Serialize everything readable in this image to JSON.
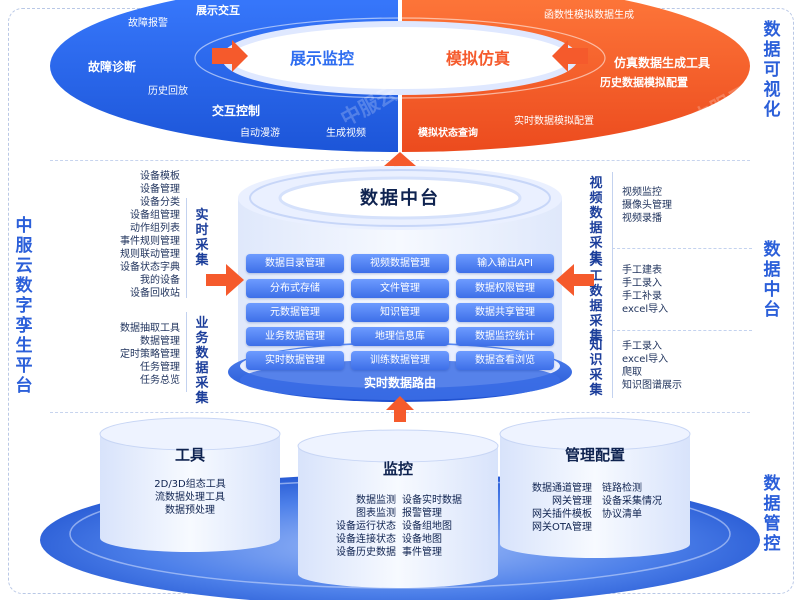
{
  "watermark": "中服云",
  "top_left": {
    "center_label": "展示监控",
    "items": [
      "故障报警",
      "展示交互",
      "故障诊断",
      "历史回放",
      "交互控制",
      "自动漫游",
      "生成视频"
    ]
  },
  "top_right": {
    "center_label": "模拟仿真",
    "items": [
      "函数性模拟数据生成",
      "仿真数据生成工具",
      "历史数据模拟配置",
      "模拟状态查询",
      "实时数据模拟配置"
    ]
  },
  "right_labels": [
    "数据可视化",
    "数据中台",
    "数据管控"
  ],
  "left_platform": "中服云数字孪生平台",
  "hub": {
    "title": "数据中台",
    "chips": [
      "数据目录管理",
      "视频数据管理",
      "输入输出API",
      "分布式存储",
      "文件管理",
      "数据权限管理",
      "元数据管理",
      "知识管理",
      "数据共享管理",
      "业务数据管理",
      "地理信息库",
      "数据监控统计",
      "实时数据管理",
      "训练数据管理",
      "数据查看浏览"
    ],
    "route": "实时数据路由"
  },
  "left_groups": [
    {
      "label": "实时采集",
      "items": [
        "设备模板",
        "设备管理",
        "设备分类",
        "设备组管理",
        "动作组列表",
        "事件规则管理",
        "规则联动管理",
        "设备状态字典",
        "我的设备",
        "设备回收站"
      ]
    },
    {
      "label": "业务数据采集",
      "items": [
        "数据抽取工具",
        "数据管理",
        "定时策略管理",
        "任务管理",
        "任务总览"
      ]
    }
  ],
  "right_groups": [
    {
      "label": "视频数据采集",
      "items": [
        "视频监控",
        "摄像头管理",
        "视频录播"
      ]
    },
    {
      "label": "人工数据采集",
      "items": [
        "手工建表",
        "手工录入",
        "手工补录",
        "excel导入"
      ]
    },
    {
      "label": "知识采集",
      "items": [
        "手工录入",
        "excel导入",
        "爬取",
        "知识图谱展示"
      ]
    }
  ],
  "bottom": {
    "tools": {
      "title": "工具",
      "items": [
        "2D/3D组态工具",
        "流数据处理工具",
        "数据预处理"
      ]
    },
    "monitor": {
      "title": "监控",
      "col1": [
        "数据监测",
        "图表监测",
        "设备运行状态",
        "设备连接状态",
        "设备历史数据"
      ],
      "col2": [
        "设备实时数据",
        "报警管理",
        "设备组地图",
        "设备地图",
        "事件管理"
      ]
    },
    "mgmt": {
      "title": "管理配置",
      "col1": [
        "数据通道管理",
        "网关管理",
        "网关插件模板",
        "网关OTA管理"
      ],
      "col2": [
        "链路检测",
        "设备采集情况",
        "协议清单"
      ]
    }
  },
  "colors": {
    "blue": "#2e6df0",
    "orange": "#f55a2c",
    "navy": "#1d3f9b"
  }
}
